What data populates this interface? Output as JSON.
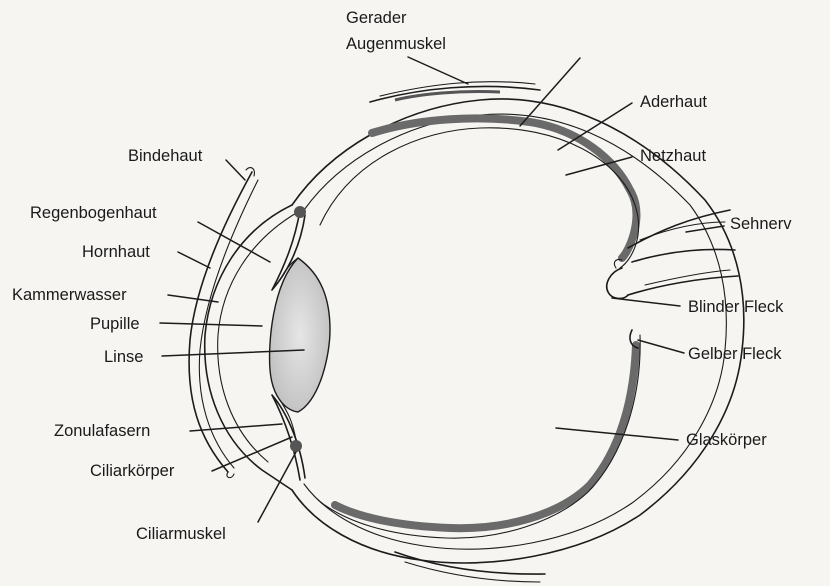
{
  "labels": {
    "gerader_augenmuskel_1": "Gerader",
    "gerader_augenmuskel_2": "Augenmuskel",
    "aderhaut": "Aderhaut",
    "netzhaut": "Netzhaut",
    "bindehaut": "Bindehaut",
    "regenbogenhaut": "Regenbogenhaut",
    "hornhaut": "Hornhaut",
    "kammerwasser": "Kammerwasser",
    "pupille": "Pupille",
    "linse": "Linse",
    "sehnerv": "Sehnerv",
    "blinder_fleck": "Blinder Fleck",
    "gelber_fleck": "Gelber Fleck",
    "zonulafasern": "Zonulafasern",
    "ciliarkoerper": "Ciliarkörper",
    "glaskoerper": "Glaskörper",
    "ciliarmuskel": "Ciliarmuskel"
  },
  "colors": {
    "ink": "#1c1c1c",
    "paper": "#f6f5f2",
    "choroid": "#6a6a6a",
    "lens": "#d4d4d4"
  }
}
